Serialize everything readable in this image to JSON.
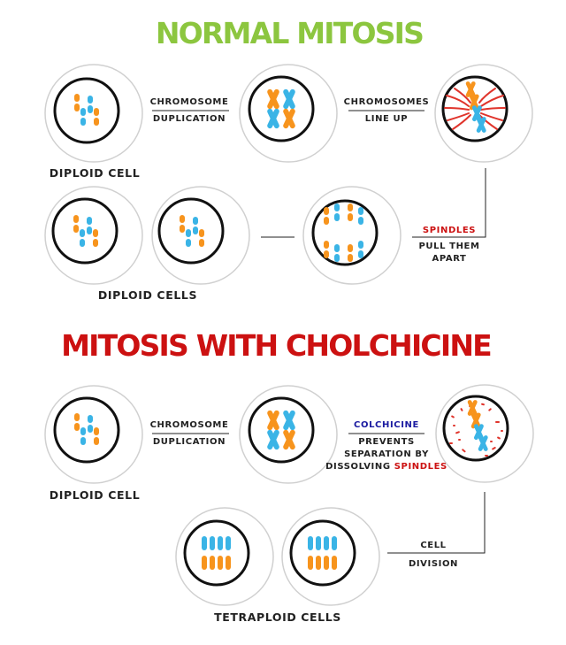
{
  "normal": {
    "title": "NORMAL MITOSIS",
    "arrow1": {
      "line1": "CHROMOSOME",
      "line2": "DUPLICATION"
    },
    "arrow2": {
      "line1": "CHROMOSOMES",
      "line2": "LINE UP"
    },
    "arrow3": {
      "line1": "SPINDLES",
      "line2": "PULL THEM",
      "line3": "APART"
    },
    "caption_top": "DIPLOID CELL",
    "caption_bottom": "DIPLOID CELLS"
  },
  "colch": {
    "title": "MITOSIS WITH CHOLCHICINE",
    "arrow1": {
      "line1": "CHROMOSOME",
      "line2": "DUPLICATION"
    },
    "arrow2": {
      "line1": "COLCHICINE",
      "line2": "PREVENTS",
      "line3": "SEPARATION BY",
      "line4a": "DISSOLVING ",
      "line4b": "SPINDLES"
    },
    "arrow3": {
      "line1": "CELL",
      "line2": "DIVISION"
    },
    "caption_top": "DIPLOID CELL",
    "caption_bottom": "TETRAPLOID CELLS"
  },
  "colors": {
    "title_normal": "#8cc63f",
    "title_colch": "#cc1111",
    "chromosome_orange": "#f7941d",
    "chromosome_blue": "#3ab4e6",
    "spindle_red": "#e0342b",
    "colchicine_blue": "#1a1aa0",
    "spindles_label_red": "#cc1111",
    "outer_ring": "#d0d0d0",
    "nucleus_ring": "#111111"
  }
}
